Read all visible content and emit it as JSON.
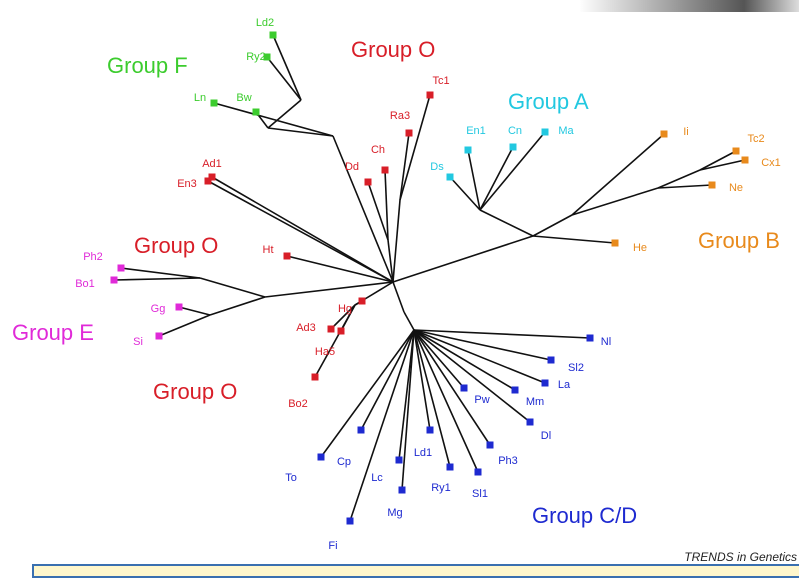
{
  "colors": {
    "A": "#22c8e0",
    "B": "#e88a1c",
    "CD": "#1e2ad0",
    "E": "#e02ad8",
    "F": "#3ccc2e",
    "O": "#d81e28",
    "branch": "#111111"
  },
  "groups": [
    {
      "key": "F",
      "text": "Group F"
    },
    {
      "key": "O1",
      "text": "Group O"
    },
    {
      "key": "A",
      "text": "Group A"
    },
    {
      "key": "B",
      "text": "Group B"
    },
    {
      "key": "O2",
      "text": "Group O"
    },
    {
      "key": "E",
      "text": "Group E"
    },
    {
      "key": "O3",
      "text": "Group O"
    },
    {
      "key": "CD",
      "text": "Group C/D"
    }
  ],
  "leaves": [
    {
      "id": "Ld2",
      "group": "F"
    },
    {
      "id": "Ry2",
      "group": "F"
    },
    {
      "id": "Ln",
      "group": "F"
    },
    {
      "id": "Bw",
      "group": "F"
    },
    {
      "id": "Tc1",
      "group": "O"
    },
    {
      "id": "Ra3",
      "group": "O"
    },
    {
      "id": "Ch",
      "group": "O"
    },
    {
      "id": "Dd",
      "group": "O"
    },
    {
      "id": "Ad1",
      "group": "O"
    },
    {
      "id": "En3",
      "group": "O"
    },
    {
      "id": "Ht",
      "group": "O"
    },
    {
      "id": "Hg",
      "group": "O"
    },
    {
      "id": "Ad3",
      "group": "O"
    },
    {
      "id": "Ha5",
      "group": "O"
    },
    {
      "id": "Bo2",
      "group": "O"
    },
    {
      "id": "En1",
      "group": "A"
    },
    {
      "id": "Cn",
      "group": "A"
    },
    {
      "id": "Ma",
      "group": "A"
    },
    {
      "id": "Ds",
      "group": "A"
    },
    {
      "id": "Ii",
      "group": "B"
    },
    {
      "id": "Tc2",
      "group": "B"
    },
    {
      "id": "Cx1",
      "group": "B"
    },
    {
      "id": "Ne",
      "group": "B"
    },
    {
      "id": "He",
      "group": "B"
    },
    {
      "id": "Ph2",
      "group": "E"
    },
    {
      "id": "Bo1",
      "group": "E"
    },
    {
      "id": "Gg",
      "group": "E"
    },
    {
      "id": "Si",
      "group": "E"
    },
    {
      "id": "Nl",
      "group": "CD"
    },
    {
      "id": "Sl2",
      "group": "CD"
    },
    {
      "id": "La",
      "group": "CD"
    },
    {
      "id": "Mm",
      "group": "CD"
    },
    {
      "id": "Pw",
      "group": "CD"
    },
    {
      "id": "Dl",
      "group": "CD"
    },
    {
      "id": "Ph3",
      "group": "CD"
    },
    {
      "id": "Ld1",
      "group": "CD"
    },
    {
      "id": "Ry1",
      "group": "CD"
    },
    {
      "id": "Sl1",
      "group": "CD"
    },
    {
      "id": "Cp",
      "group": "CD"
    },
    {
      "id": "To",
      "group": "CD"
    },
    {
      "id": "Lc",
      "group": "CD"
    },
    {
      "id": "Mg",
      "group": "CD"
    },
    {
      "id": "Fi",
      "group": "CD"
    }
  ],
  "credit": "TRENDS in Genetics"
}
